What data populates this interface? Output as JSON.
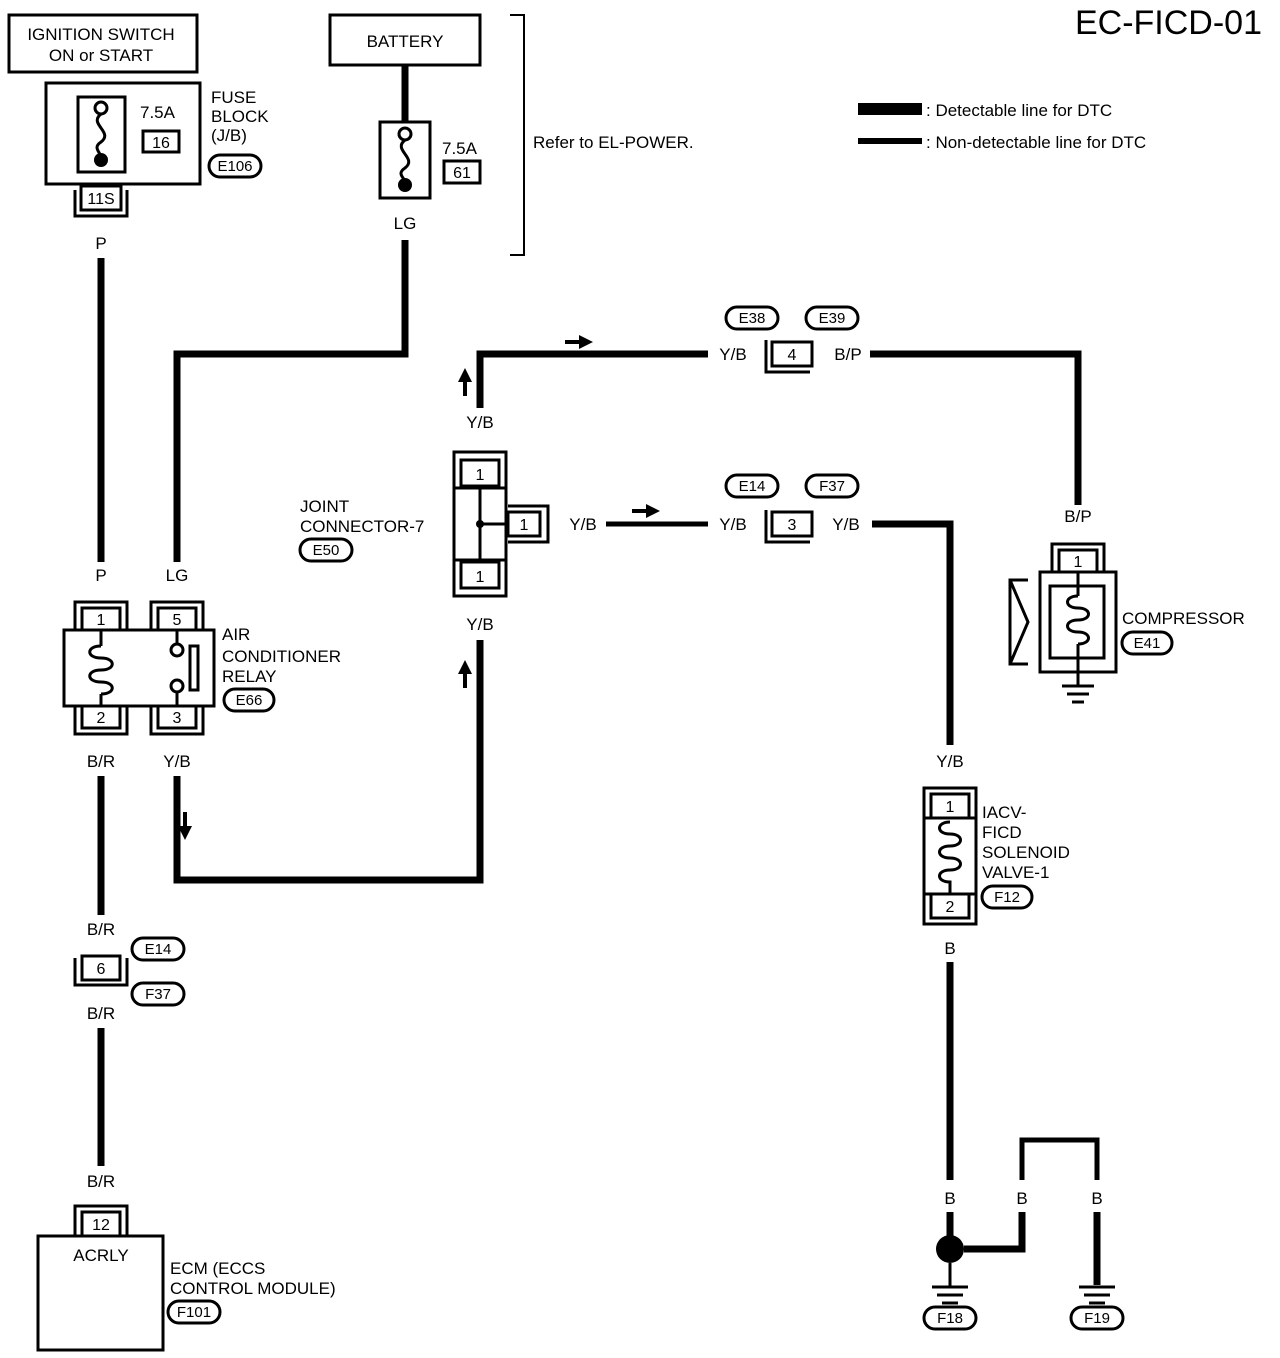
{
  "page_code": "EC-FICD-01",
  "legend": {
    "detectable": ": Detectable line for DTC",
    "non_detectable": ": Non-detectable line for DTC"
  },
  "refer_note": "Refer to EL-POWER.",
  "ignition": {
    "line1": "IGNITION SWITCH",
    "line2": "ON or START"
  },
  "battery": {
    "label": "BATTERY"
  },
  "fuse_block": {
    "name1": "FUSE",
    "name2": "BLOCK",
    "name3": "(J/B)",
    "ref": "E106",
    "amp": "7.5A",
    "num": "16",
    "pin": "11S"
  },
  "battery_fuse": {
    "amp": "7.5A",
    "num": "61"
  },
  "relay": {
    "name1": "AIR",
    "name2": "CONDITIONER",
    "name3": "RELAY",
    "ref": "E66",
    "pins": [
      "1",
      "5",
      "2",
      "3"
    ]
  },
  "joint": {
    "name1": "JOINT",
    "name2": "CONNECTOR-7",
    "ref": "E50",
    "pins": [
      "1",
      "1",
      "1"
    ]
  },
  "compressor": {
    "name": "COMPRESSOR",
    "ref": "E41",
    "pin": "1"
  },
  "iacv": {
    "name1": "IACV-",
    "name2": "FICD",
    "name3": "SOLENOID",
    "name4": "VALVE-1",
    "ref": "F12",
    "pins": [
      "1",
      "2"
    ]
  },
  "ecm": {
    "name1": "ECM (ECCS",
    "name2": "CONTROL MODULE)",
    "ref": "F101",
    "terminal": "ACRLY",
    "pin": "12"
  },
  "connectors": {
    "c4": {
      "pin": "4",
      "left": "E38",
      "right": "E39"
    },
    "c3": {
      "pin": "3",
      "left": "E14",
      "right": "F37"
    },
    "c6": {
      "pin": "6",
      "top": "E14",
      "bottom": "F37"
    }
  },
  "grounds": {
    "g1": "F18",
    "g2": "F19"
  },
  "wires": {
    "p": "P",
    "lg": "LG",
    "br": "B/R",
    "yb": "Y/B",
    "bp": "B/P",
    "b": "B"
  }
}
